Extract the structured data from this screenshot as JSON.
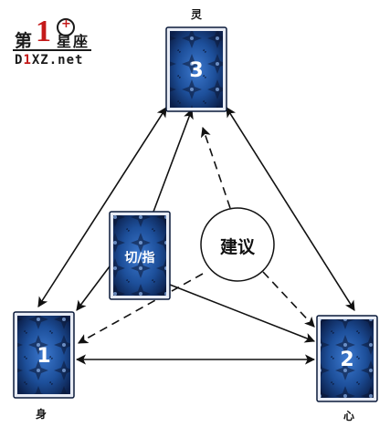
{
  "logo": {
    "char_di": "第",
    "char_one": "1",
    "char_xing": "星",
    "char_zuo": "座",
    "domain_prefix": "D",
    "domain_one": "1",
    "domain_suffix": "XZ.net"
  },
  "cards": {
    "spirit": {
      "number": "3",
      "label": "灵"
    },
    "body": {
      "number": "1",
      "label": "身"
    },
    "mind": {
      "number": "2",
      "label": "心"
    },
    "cut": {
      "number": "切/指"
    }
  },
  "advice": {
    "label": "建议"
  },
  "colors": {
    "card_dark": "#0b1f4a",
    "card_mid": "#1d4f9a",
    "card_border": "#0a1a3a",
    "arrow": "#111111"
  }
}
